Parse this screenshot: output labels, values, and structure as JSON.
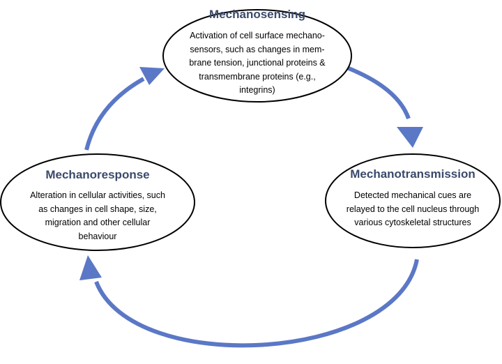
{
  "diagram": {
    "arrow_color": "#5b78c6",
    "title_color": "#3b4a6b",
    "nodes": {
      "mechanosensing": {
        "title": "Mechanosensing",
        "lines": [
          "Activation of cell surface mechano-",
          "sensors, such as changes in mem-",
          "brane tension, junctional proteins &",
          "transmembrane proteins (e.g.,",
          "integrins)"
        ]
      },
      "mechanotransmission": {
        "title": "Mechanotransmission",
        "lines": [
          "Detected mechanical cues are",
          "relayed to the cell nucleus through",
          "various cytoskeletal structures"
        ]
      },
      "mechanoresponse": {
        "title": "Mechanoresponse",
        "lines": [
          "Alteration in cellular activities, such",
          "as changes in cell shape, size,",
          "migration and other cellular",
          "behaviour"
        ]
      }
    }
  }
}
